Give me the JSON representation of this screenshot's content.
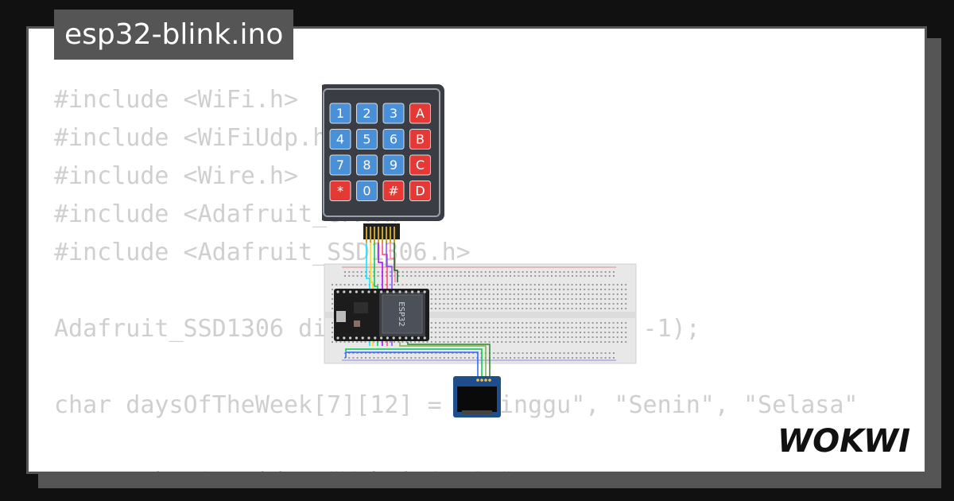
{
  "file": {
    "title": "esp32-blink.ino"
  },
  "code_lines": [
    "#include <WiFi.h>",
    "#include <WiFiUdp.h>",
    "#include <Wire.h>",
    "#include <Adafruit_GFX.h>",
    "#include <Adafruit_SSD1306.h>",
    "",
    "Adafruit_SSD1306 display(128, 64, &Wire, -1);",
    "",
    "char daysOfTheWeek[7][12] = {\"Minggu\", \"Senin\", \"Selasa\"",
    "",
    "const char* ssid = \"Wokwi-GUEST\";"
  ],
  "keypad": {
    "keys": [
      "1",
      "2",
      "3",
      "A",
      "4",
      "5",
      "6",
      "B",
      "7",
      "8",
      "9",
      "C",
      "*",
      "0",
      "#",
      "D"
    ]
  },
  "esp32": {
    "chip_label": "ESP32"
  },
  "brand": {
    "logo": "WOKWI"
  },
  "colors": {
    "background": "#111111",
    "card": "#ffffff",
    "frame": "#555555",
    "code_text": "#cfcfcf",
    "key_blue": "#4a90d9",
    "key_red": "#e53935",
    "keypad_body": "#3a3d44"
  }
}
